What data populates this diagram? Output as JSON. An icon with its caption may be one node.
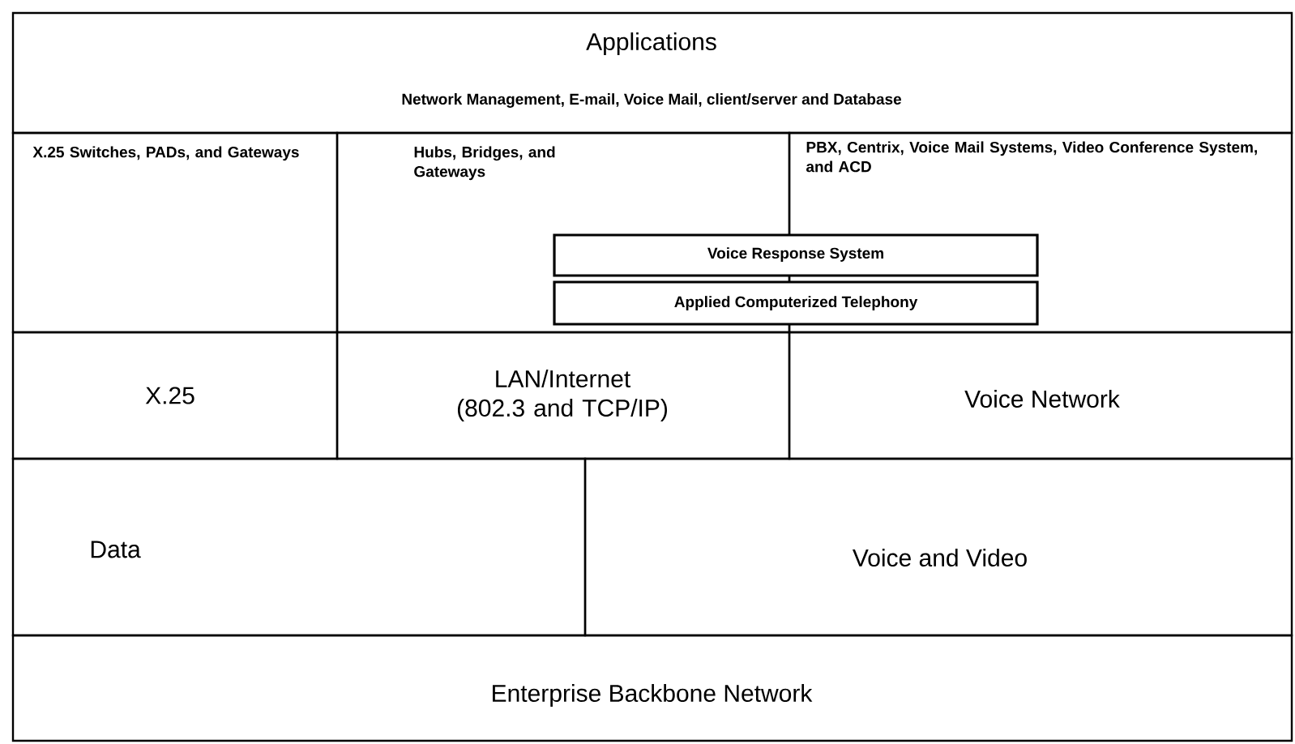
{
  "diagram": {
    "nodes": [
      {
        "text": [
          "Applications",
          "Network Management, E-mail, Voice Mail, client/server and Database"
        ]
      },
      {
        "text": [
          "X.25 Switches, PADs, and Gateways"
        ]
      },
      {
        "text": [
          "Hubs, Bridges, and Gateways"
        ]
      },
      {
        "text": [
          "PBX, Centrix, Voice Mail Systems, Video Conference System, and ACD"
        ]
      },
      {
        "text": [
          "Voice Response System"
        ]
      },
      {
        "text": [
          "Applied Computerized Telephony"
        ]
      },
      {
        "text": [
          "X.25"
        ]
      },
      {
        "text": [
          "LAN/Internet (802.3 and TCP/IP)"
        ]
      },
      {
        "text": [
          "Voice Network"
        ]
      },
      {
        "text": [
          "Data"
        ]
      },
      {
        "text": [
          "Voice and Video"
        ]
      },
      {
        "text": [
          "Enterprise Backbone Network"
        ]
      }
    ]
  }
}
